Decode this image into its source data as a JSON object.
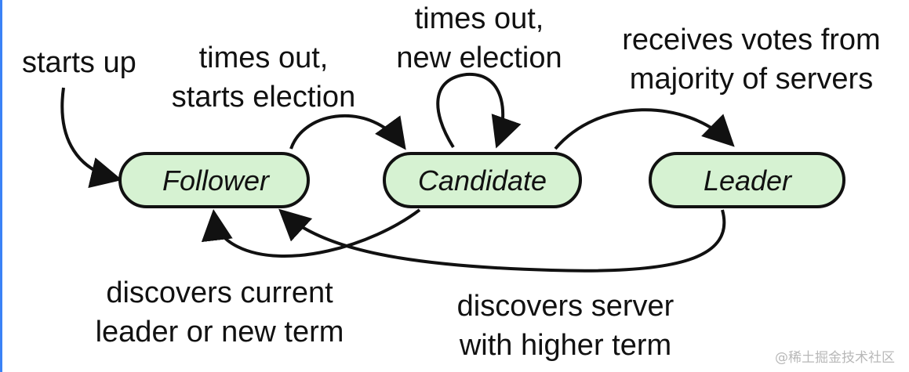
{
  "states": {
    "follower": "Follower",
    "candidate": "Candidate",
    "leader": "Leader"
  },
  "transitions": {
    "starts_up": [
      "starts up"
    ],
    "times_out_starts_election": [
      "times out,",
      "starts election"
    ],
    "times_out_new_election": [
      "times out,",
      "new election"
    ],
    "receives_votes": [
      "receives votes from",
      "majority of servers"
    ],
    "discovers_current_leader": [
      "discovers current",
      "leader or new term"
    ],
    "discovers_higher_term": [
      "discovers server",
      "with higher term"
    ]
  },
  "watermark": "@稀土掘金技术社区",
  "colors": {
    "state_fill": "#d6f2d2",
    "stroke": "#111111",
    "accent_border": "#3b82f6"
  }
}
